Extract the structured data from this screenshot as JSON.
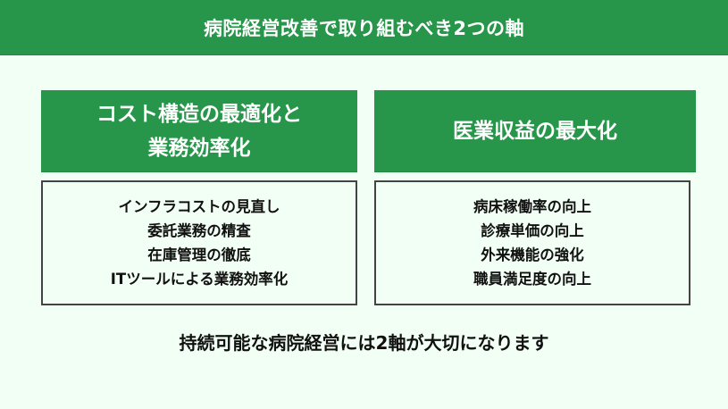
{
  "title": "病院経営改善で取り組むべき2つの軸",
  "columns": [
    {
      "heading_lines": [
        "コスト構造の最適化と",
        "業務効率化"
      ],
      "items": [
        "インフラコストの見直し",
        "委託業務の精査",
        "在庫管理の徹底",
        "ITツールによる業務効率化"
      ]
    },
    {
      "heading_lines": [
        "医業収益の最大化"
      ],
      "items": [
        "病床稼働率の向上",
        "診療単価の向上",
        "外来機能の強化",
        "職員満足度の向上"
      ]
    }
  ],
  "conclusion": "持続可能な病院経営には2軸が大切になります",
  "colors": {
    "accent": "#27964a",
    "background": "#f2fff4",
    "border": "#444444"
  }
}
